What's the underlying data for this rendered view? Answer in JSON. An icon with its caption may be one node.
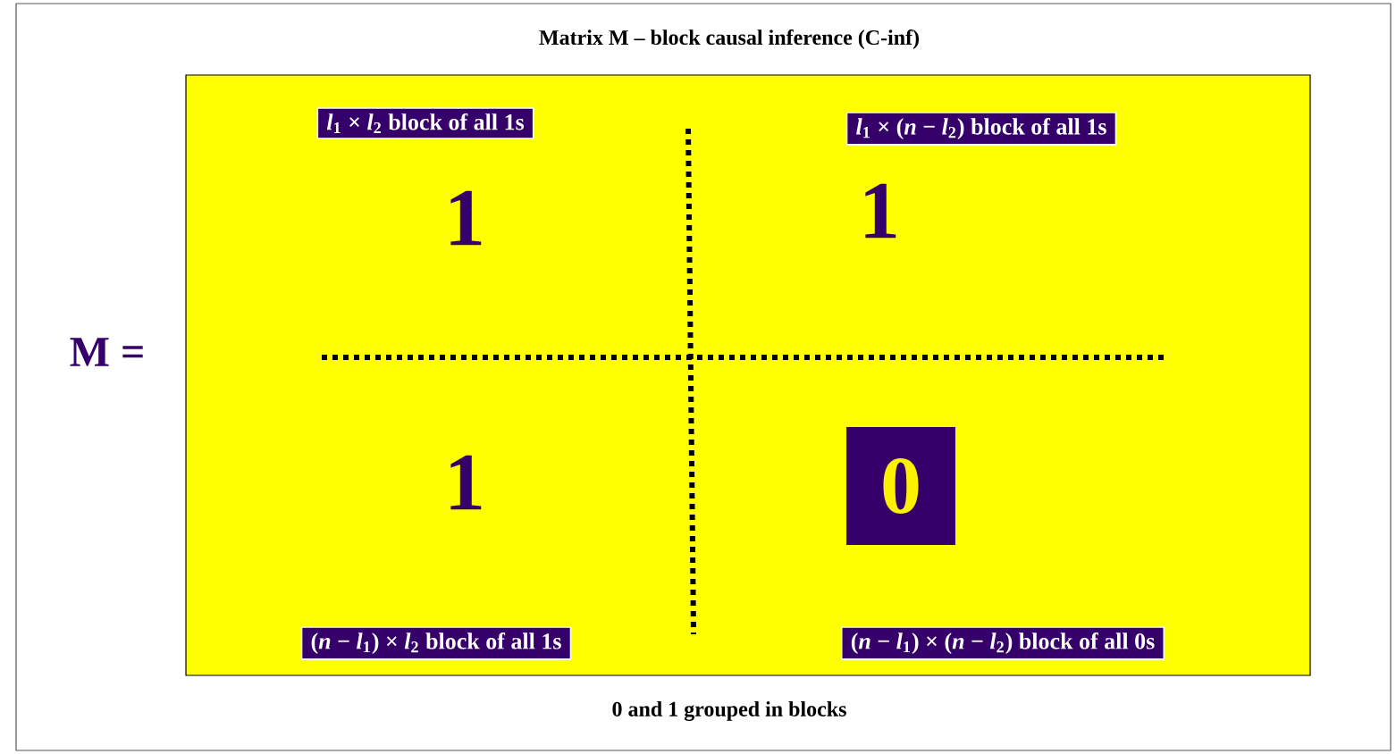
{
  "diagram": {
    "title": "Matrix M – block causal inference (C-inf)",
    "caption": "0 and 1 grouped in blocks",
    "nodes": [
      {
        "text": [],
        "shape": "box"
      },
      {
        "text": [
          "*l*$_{1}$ × *l*$_{2}$ block of all 1s"
        ],
        "in": 0
      },
      {
        "text": [
          "*l*$_{1}$ × (*n* − *l*$_{2}$) block of all 1s"
        ],
        "in": 0
      },
      {
        "text": [
          "0"
        ],
        "in": 0
      },
      {
        "text": [
          "(*n* − *l*$_{1}$) × *l*$_{2}$ block of all 1s"
        ],
        "in": 0
      },
      {
        "text": [
          "(*n* − *l*$_{1}$) × (*n* − *l*$_{2}$) block of all 0s"
        ],
        "in": 0
      }
    ],
    "edges": [],
    "labels": [
      "M =",
      "1",
      "1",
      "1"
    ]
  }
}
